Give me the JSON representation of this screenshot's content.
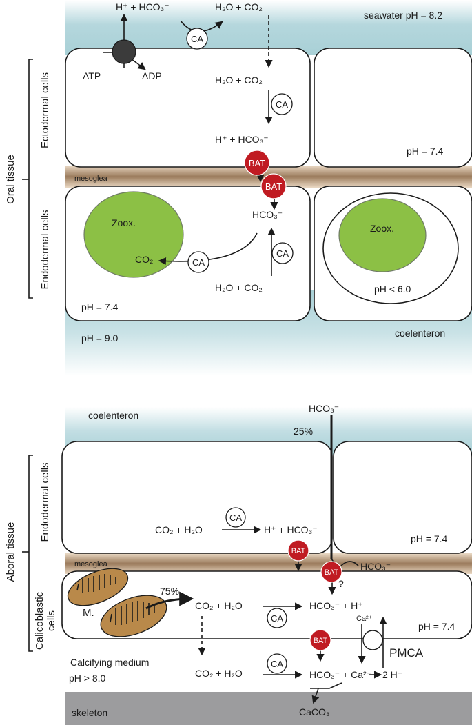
{
  "oral": {
    "seawater_ph": "seawater pH = 8.2",
    "h_plus": "H⁺ + HCO₃⁻",
    "h2o_co2_top": "H₂O + CO₂",
    "atp": "ATP",
    "adp": "ADP",
    "ecto_h2o_co2": "H₂O + CO₂",
    "ecto_h_hco3": "H⁺ + HCO₃⁻",
    "ecto_ph": "pH = 7.4",
    "mesoglea": "mesoglea",
    "zoox1": "Zoox.",
    "co2": "CO₂",
    "hco3": "HCO₃⁻",
    "endo_h2o_co2": "H₂O + CO₂",
    "endo_ph": "pH = 7.4",
    "zoox2": "Zoox.",
    "zoox2_ph": "pH < 6.0",
    "coelenteron_ph": "pH = 9.0",
    "coelenteron": "coelenteron",
    "ectodermal_label": "Ectodermal cells",
    "endodermal_label": "Endodermal cells",
    "tissue_label": "Oral tissue"
  },
  "aboral": {
    "coelenteron": "coelenteron",
    "hco3_top": "HCO₃⁻",
    "pct25": "25%",
    "endo_co2_h2o": "CO₂ + H₂O",
    "endo_h_hco3": "H⁺ + HCO₃⁻",
    "endo_ph": "pH = 7.4",
    "mesoglea": "mesoglea",
    "hco3_right": "HCO₃⁻",
    "question": "?",
    "m_label": "M.",
    "pct75": "75%",
    "calico_co2_h2o": "CO₂ + H₂O",
    "calico_hco3_h": "HCO₃⁻ + H⁺",
    "ca2": "Ca²⁺",
    "calico_ph": "pH = 7.4",
    "pmca": "PMCA",
    "medium_label": "Calcifying medium",
    "medium_ph": "pH > 8.0",
    "medium_co2_h2o": "CO₂ + H₂O",
    "medium_reaction": "HCO₃⁻ + Ca²⁺",
    "two_h": "2 H⁺",
    "caco3": "CaCO₃",
    "skeleton": "skeleton",
    "endodermal_label": "Endodermal cells",
    "calico_label_1": "Calicoblastic",
    "calico_label_2": "cells",
    "tissue_label": "Aboral tissue"
  },
  "labels": {
    "ca": "CA",
    "bat": "BAT"
  },
  "colors": {
    "seawater": "#a9d1d8",
    "mesoglea": "#9b7b5c",
    "zoox": "#8cc045",
    "bat": "#c01b22",
    "mitochondria": "#b9894a",
    "skeleton": "#9c9c9e",
    "pump": "#3b3b3b"
  }
}
